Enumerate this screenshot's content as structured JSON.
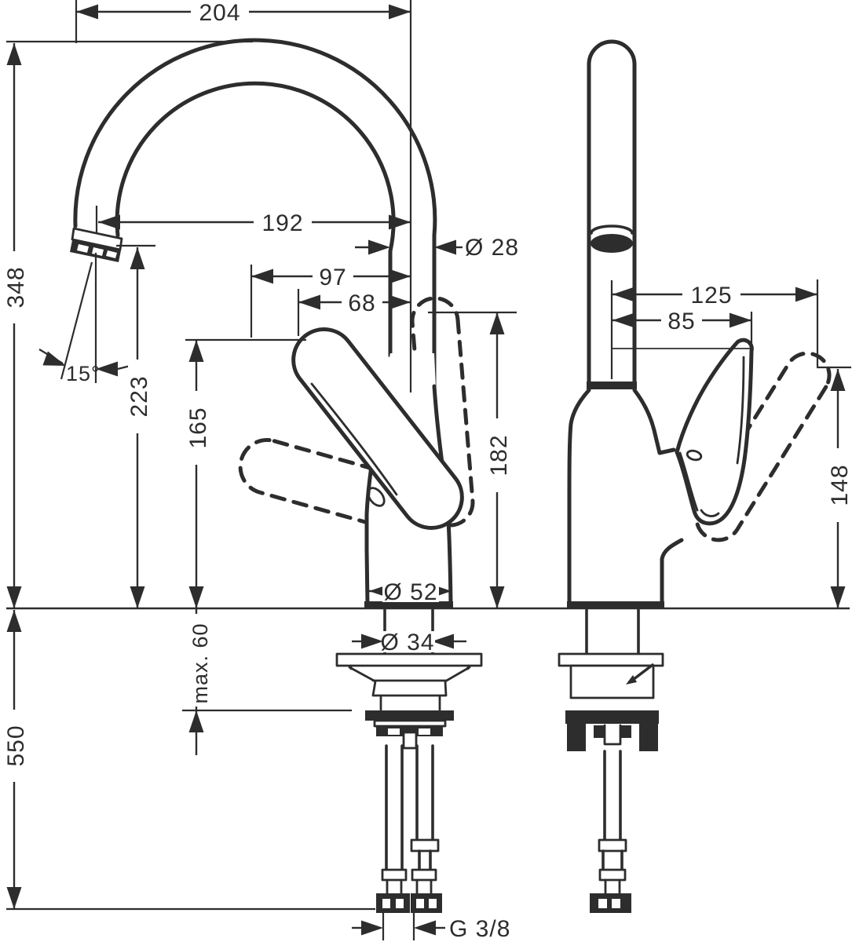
{
  "front_view": {
    "overall_reach": "204",
    "outlet_reach": "192",
    "handle_zone_reach": "97",
    "handle_reach": "68",
    "spout_diameter": "Ø 28",
    "total_height": "348",
    "outlet_height": "223",
    "handle_height": "165",
    "body_height": "182",
    "outlet_angle": "15°",
    "base_diameter": "Ø 52",
    "shank_diameter": "Ø 34"
  },
  "side_view": {
    "handle_swing_reach": "125",
    "handle_tip_reach": "85",
    "handle_swing_height": "148"
  },
  "installation": {
    "max_counter_thickness": "max. 60",
    "hose_length": "550",
    "connection_thread": "G 3/8"
  }
}
